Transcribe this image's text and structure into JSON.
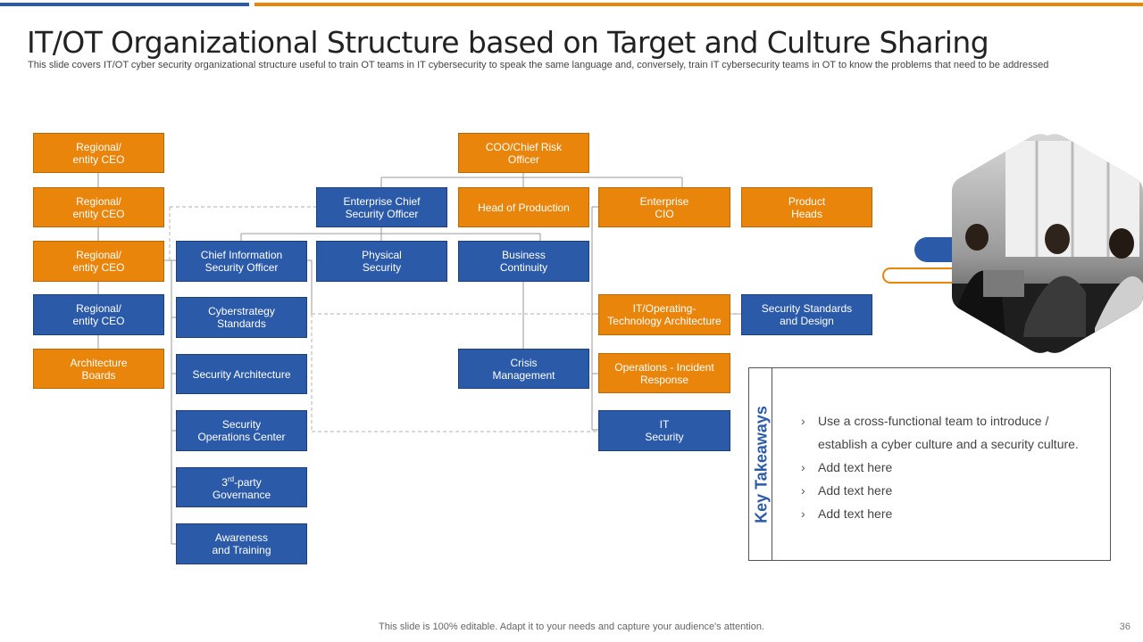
{
  "title": "IT/OT Organizational Structure based on Target and Culture Sharing",
  "subtitle": "This slide covers IT/OT  cyber security organizational structure useful to train OT teams in IT cybersecurity to speak the same language and, conversely, train IT cybersecurity teams in OT to know the problems that need to be addressed",
  "colors": {
    "accent_orange": "#e8850a",
    "accent_blue": "#2b5aa8"
  },
  "org": {
    "left_column": [
      "Regional/\nentity CEO",
      "Regional/\nentity CEO",
      "Regional/\nentity CEO",
      "Regional/\nentity CEO",
      "Architecture\nBoards"
    ],
    "coo": "COO/Chief Risk\nOfficer",
    "second_row": [
      "Enterprise Chief\nSecurity Officer",
      "Head of Production",
      "Enterprise\nCIO",
      "Product\nHeads"
    ],
    "ciso": "Chief Information\nSecurity Officer",
    "physical_security": "Physical\nSecurity",
    "business_continuity": "Business\nContinuity",
    "ciso_children": [
      "Cyberstrategy\nStandards",
      "Security Architecture",
      "Security\nOperations Center",
      "3rd-party\nGovernance",
      "Awareness\nand Training"
    ],
    "third_party_sup": "rd",
    "crisis_management": "Crisis\nManagement",
    "cio_children": [
      "IT/Operating-\nTechnology Architecture",
      "Operations - Incident\nResponse",
      "IT\nSecurity"
    ],
    "security_standards_design": "Security Standards\nand Design"
  },
  "takeaways": {
    "heading": "Key Takeaways",
    "items": [
      "Use a cross-functional team to introduce / establish a cyber culture and a security culture.",
      "Add text here",
      "Add text here",
      "Add text here"
    ]
  },
  "footer": "This slide is 100% editable. Adapt it to your needs and capture your audience's attention.",
  "page_number": "36"
}
